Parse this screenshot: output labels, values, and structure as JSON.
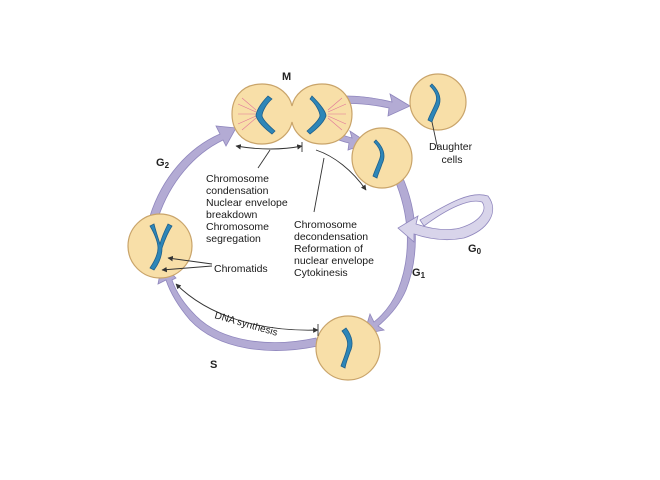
{
  "phases": {
    "m": "M",
    "g1": "G",
    "g1_sub": "1",
    "g2": "G",
    "g2_sub": "2",
    "s": "S",
    "g0": "G",
    "g0_sub": "0"
  },
  "labels": {
    "daughter": [
      "Daughter",
      "cells"
    ],
    "mitosis_events": [
      "Chromosome",
      "condensation",
      "Nuclear envelope",
      "breakdown",
      "Chromosome",
      "segregation"
    ],
    "telophase_events": [
      "Chromosome",
      "decondensation",
      "Reformation of",
      "nuclear envelope",
      "Cytokinesis"
    ],
    "chromatids": "Chromatids",
    "dna_synthesis": "DNA synthesis"
  },
  "colors": {
    "cycle_arrow": "#b3abd4",
    "cell_fill": "#f8dfa8",
    "chromosome": "#2d86b8",
    "spindle": "#e0739a"
  }
}
